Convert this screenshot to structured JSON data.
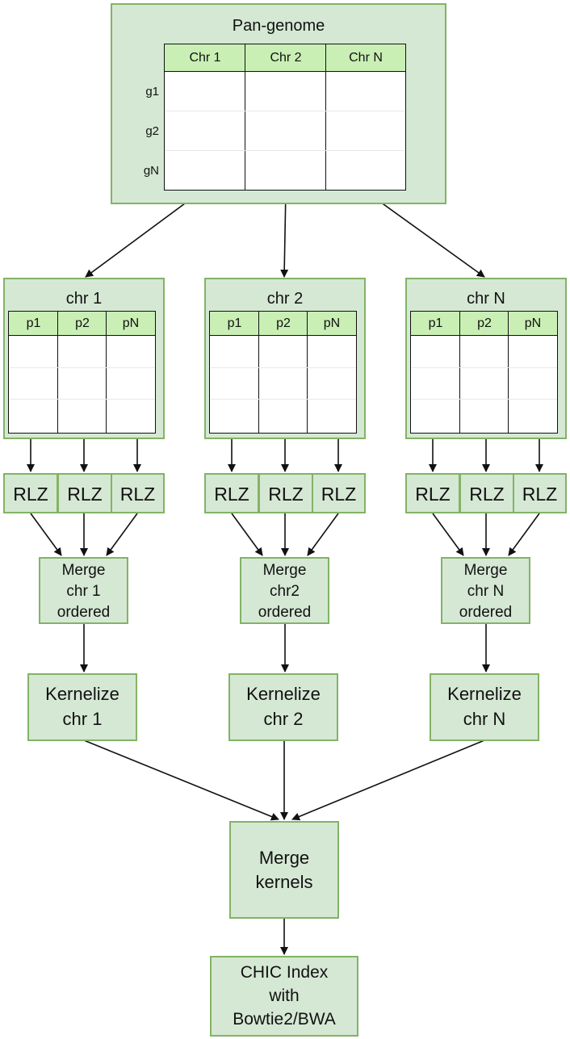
{
  "pangenome": {
    "title": "Pan-genome",
    "columns": [
      "Chr 1",
      "Chr 2",
      "Chr N"
    ],
    "rows": [
      "g1",
      "g2",
      "gN"
    ]
  },
  "chromosomes": [
    {
      "title": "chr 1",
      "columns": [
        "p1",
        "p2",
        "pN"
      ],
      "rlz": [
        "RLZ",
        "RLZ",
        "RLZ"
      ],
      "merge": [
        "Merge",
        "chr 1",
        "ordered"
      ],
      "kernel": [
        "Kernelize",
        "chr 1"
      ]
    },
    {
      "title": "chr 2",
      "columns": [
        "p1",
        "p2",
        "pN"
      ],
      "rlz": [
        "RLZ",
        "RLZ",
        "RLZ"
      ],
      "merge": [
        "Merge",
        "chr2",
        "ordered"
      ],
      "kernel": [
        "Kernelize",
        "chr 2"
      ]
    },
    {
      "title": "chr N",
      "columns": [
        "p1",
        "p2",
        "pN"
      ],
      "rlz": [
        "RLZ",
        "RLZ",
        "RLZ"
      ],
      "merge": [
        "Merge",
        "chr N",
        "ordered"
      ],
      "kernel": [
        "Kernelize",
        "chr N"
      ]
    }
  ],
  "merge_kernels": [
    "Merge",
    "kernels"
  ],
  "chic_index": [
    "CHIC Index",
    "with",
    "Bowtie2/BWA"
  ],
  "colors": {
    "fill": "#d5e8d4",
    "stroke": "#82b366",
    "header": "#c9efb5"
  }
}
